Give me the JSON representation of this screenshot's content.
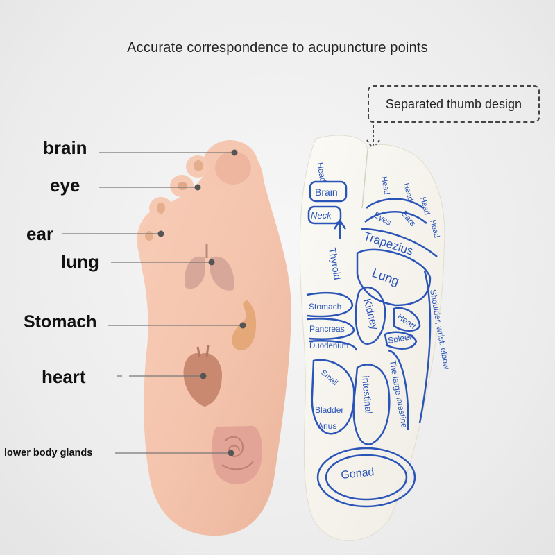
{
  "title": "Accurate correspondence to acupuncture points",
  "callout": {
    "text": "Separated thumb design"
  },
  "organ_labels": {
    "brain": "brain",
    "eye": "eye",
    "ear": "ear",
    "lung": "lung",
    "stomach": "Stomach",
    "heart": "heart",
    "glands": "lower body glands"
  },
  "sock_zones": {
    "head_big_toe": "Head",
    "brain": "Brain",
    "neck": "Neck",
    "head_toe2": "Head",
    "head_toe3": "Head",
    "head_toe4": "Head",
    "head_toe5": "Head",
    "eyes": "Eyes",
    "ears": "Ears",
    "trapezius": "Trapezius",
    "thyroid": "Thyroid",
    "lung": "Lung",
    "stomach": "Stomach",
    "kidney": "Kidney",
    "heart": "Heart",
    "pancreas": "Pancreas",
    "duodenum": "Duodenum",
    "spleen": "Spleen",
    "shoulder": "Shoulder, wrist, elbow",
    "small": "Small",
    "intestinal": "intestinal",
    "large_intestine": "The large intestine",
    "bladder": "Bladder",
    "anus": "Anus",
    "gonad": "Gonad"
  },
  "colors": {
    "sock_ink": "#2a54b8",
    "skin": "#f3c3ad",
    "leader_line": "#666666"
  }
}
